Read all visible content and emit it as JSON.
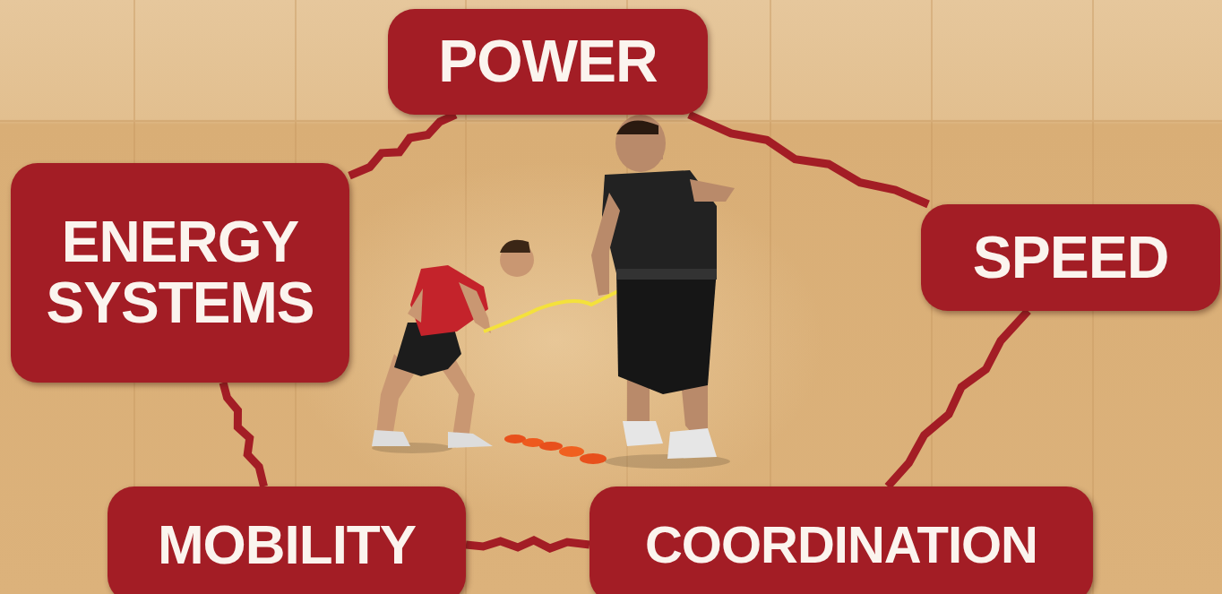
{
  "diagram": {
    "nodes": [
      {
        "text": [
          "POWER"
        ]
      },
      {
        "text": [
          "SPEED"
        ]
      },
      {
        "text": [
          "COORDINATION"
        ]
      },
      {
        "text": [
          "MOBILITY"
        ]
      },
      {
        "text": [
          "ENERGY SYSTEMS"
        ]
      }
    ],
    "edges": [
      {
        "from": 0,
        "to": 1,
        "arrow": "none"
      },
      {
        "from": 1,
        "to": 2,
        "arrow": "none"
      },
      {
        "from": 2,
        "to": 3,
        "arrow": "none"
      },
      {
        "from": 3,
        "to": 4,
        "arrow": "none"
      },
      {
        "from": 4,
        "to": 0,
        "arrow": "none"
      }
    ]
  }
}
